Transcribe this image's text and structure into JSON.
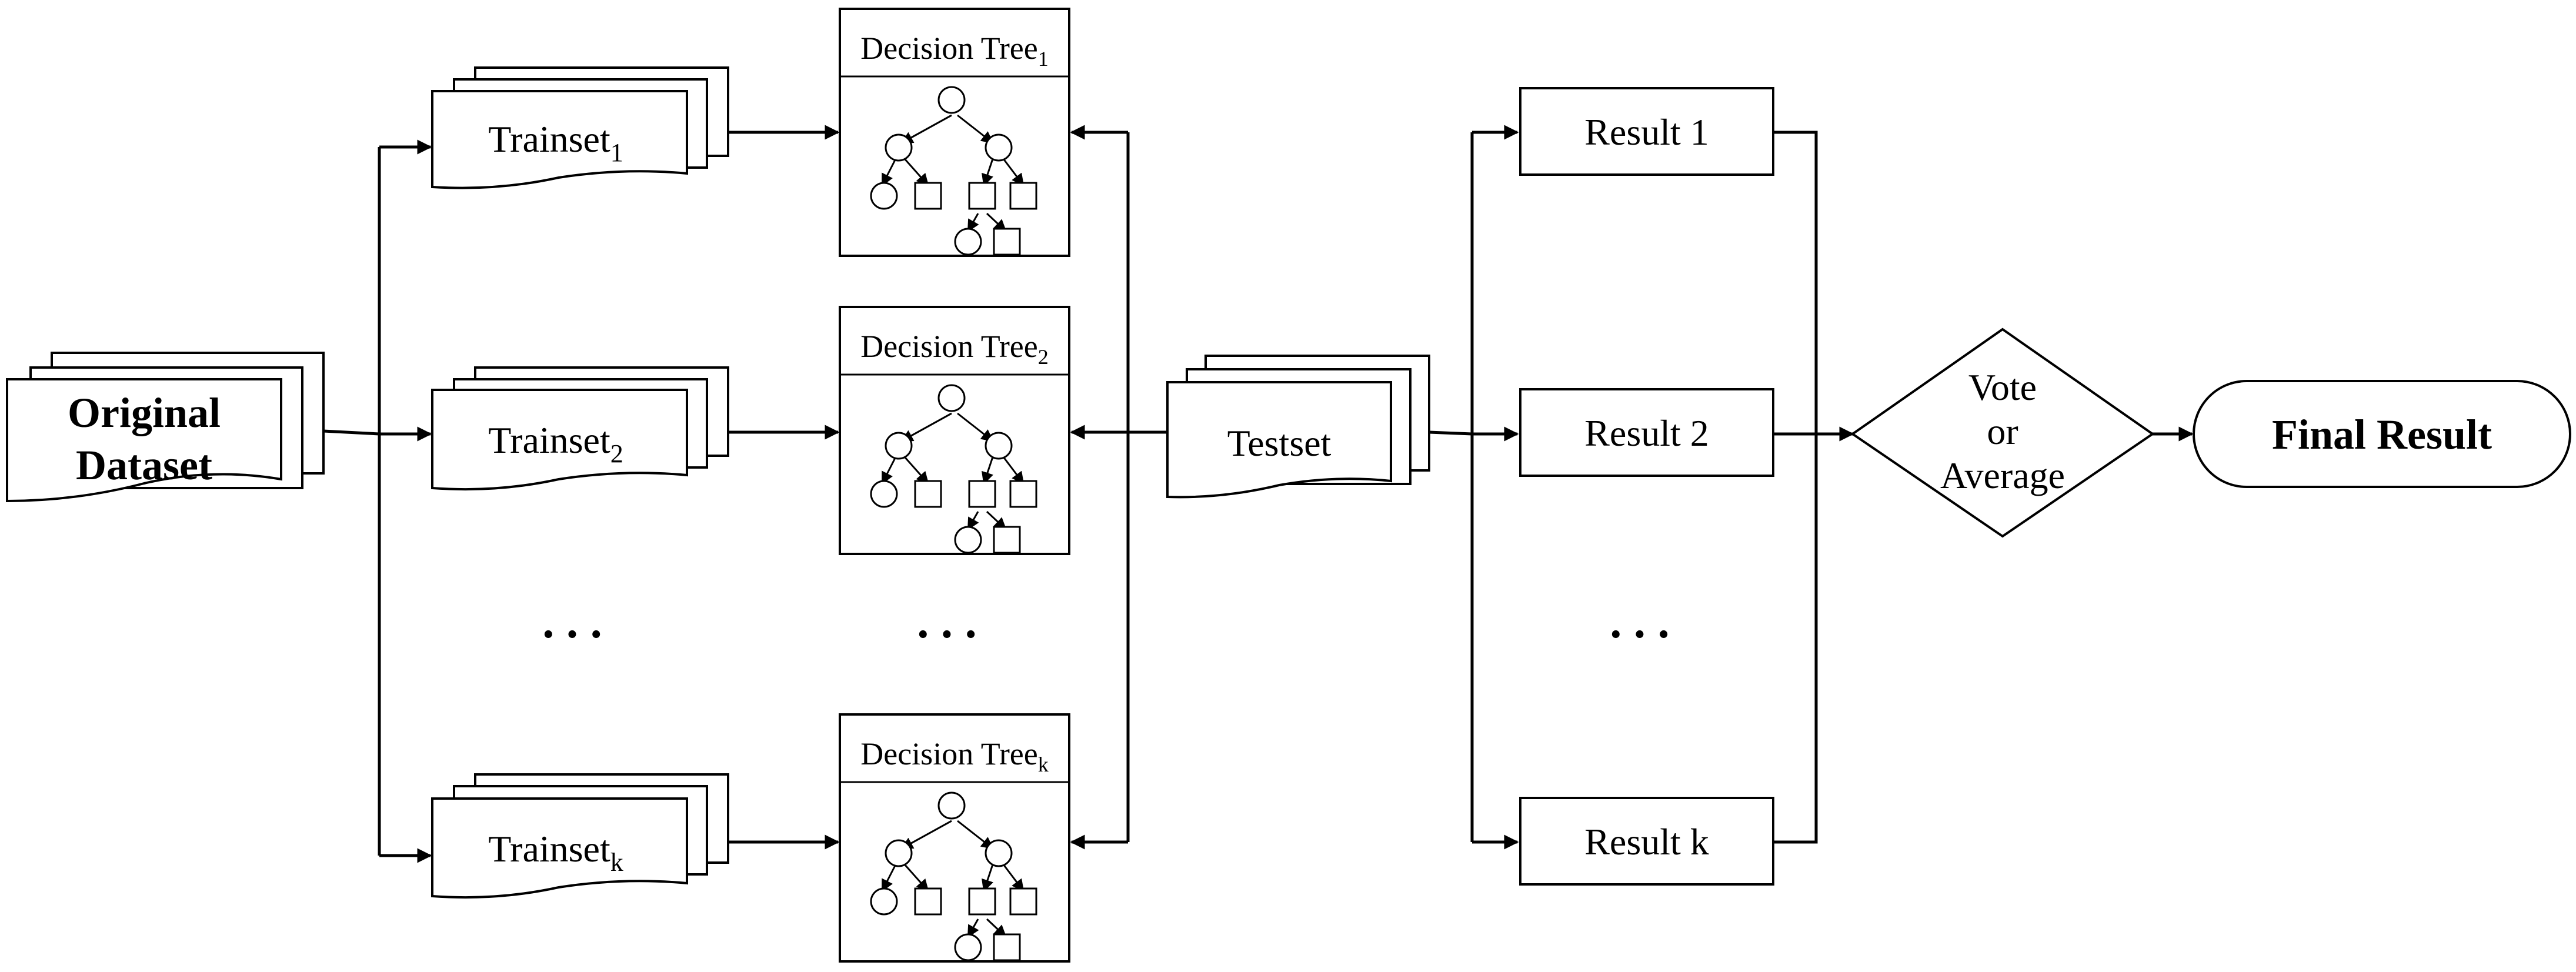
{
  "original_dataset": {
    "line1": "Original",
    "line2": "Dataset"
  },
  "trainsets": [
    {
      "label": "Trainset",
      "sub": "1"
    },
    {
      "label": "Trainset",
      "sub": "2"
    },
    {
      "label": "Trainset",
      "sub": "k"
    }
  ],
  "trees": [
    {
      "label": "Decision Tree",
      "sub": "1"
    },
    {
      "label": "Decision Tree",
      "sub": "2"
    },
    {
      "label": "Decision Tree",
      "sub": "k"
    }
  ],
  "testset": {
    "label": "Testset"
  },
  "results": [
    {
      "label": "Result 1"
    },
    {
      "label": "Result 2"
    },
    {
      "label": "Result k"
    }
  ],
  "vote": {
    "line1": "Vote",
    "line2": "or",
    "line3": "Average"
  },
  "final": {
    "label": "Final Result"
  },
  "ellipsis": "···"
}
